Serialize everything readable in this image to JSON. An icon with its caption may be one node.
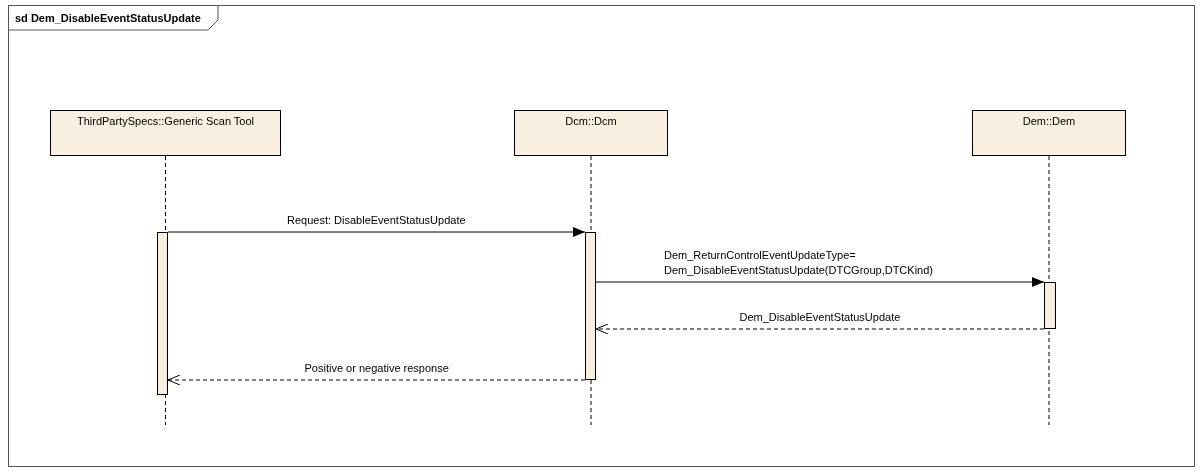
{
  "diagram": {
    "nodes": [
      {
        "text": [
          "sd Dem_DisableEventStatusUpdate"
        ]
      },
      {
        "text": [
          "ThirdPartySpecs::Generic Scan Tool"
        ],
        "in": 0
      },
      {
        "text": [
          "Dcm::Dcm"
        ],
        "in": 0
      },
      {
        "text": [
          "Dem::Dem"
        ],
        "in": 0
      },
      {
        "text": [],
        "shape": "bar",
        "in": 0
      },
      {
        "text": [],
        "shape": "bar",
        "in": 0
      },
      {
        "text": [],
        "shape": "bar",
        "in": 0
      }
    ],
    "edges": [
      {
        "from": 4,
        "to": 5,
        "arrow": "to",
        "label": "Request: DisableEventStatusUpdate"
      },
      {
        "from": 5,
        "to": 6,
        "arrow": "to",
        "label": "Dem_ReturnControlEventUpdateType= Dem_DisableEventStatusUpdate(DTCGroup,DTCKind)"
      },
      {
        "from": 6,
        "to": 5,
        "arrow": "to",
        "style": "dashed",
        "label": "Dem_DisableEventStatusUpdate"
      },
      {
        "from": 5,
        "to": 4,
        "arrow": "to",
        "style": "dashed",
        "label": "Positive or negative response"
      }
    ]
  }
}
